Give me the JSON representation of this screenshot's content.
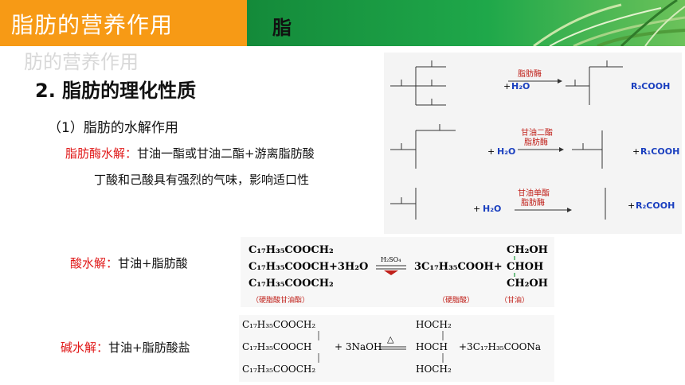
{
  "header": {
    "title": "脂肪的营养作用",
    "title_bold_fragment": "脂",
    "ghost_text": "肪的营养作用"
  },
  "section": {
    "heading": "2. 脂肪的理化性质",
    "subheading": "（1）脂肪的水解作用"
  },
  "enzymatic": {
    "label": "脂肪酶水解：",
    "text": "甘油一酯或甘油二酯+游离脂肪酸",
    "note": "丁酸和己酸具有强烈的气味，影响适口性"
  },
  "acid": {
    "label": "酸水解：",
    "text": "甘油+脂肪酸"
  },
  "alkali": {
    "label": "碱水解：",
    "text": "甘油+脂肪酸盐"
  },
  "reactions": {
    "enzyme1": "脂肪酶",
    "enzyme2_a": "甘油二酯",
    "enzyme2_b": "脂肪酶",
    "enzyme3_a": "甘油单酯",
    "enzyme3_b": "脂肪酶",
    "water": "H₂O",
    "plus": "+",
    "r3cooh": "R₃COOH",
    "r1cooh": "R₁COOH",
    "r2cooh": "R₂COOH",
    "acid_l1": "C₁₇H₃₅COOCH₂",
    "acid_l2": "C₁₇H₃₅COOCH+3H₂O",
    "acid_l3": "C₁₇H₃₅COOCH₂",
    "acid_cat": "H₂SO₄",
    "acid_prod": "3C₁₇H₃₅COOH+",
    "acid_g1": "CH₂OH",
    "acid_g2": "CHOH",
    "acid_g3": "CH₂OH",
    "acid_cap1": "（硬脂酸甘油酯）",
    "acid_cap2": "（硬脂酸）",
    "acid_cap3": "（甘油）",
    "alk_l1": "C₁₇H₃₅COOCH₂",
    "alk_l2": "C₁₇H₃₅COOCH",
    "alk_l3": "C₁₇H₃₅COOCH₂",
    "alk_naoh": "+ 3NaOH",
    "alk_heat": "△",
    "alk_g1": "HOCH₂",
    "alk_g2": "HOCH",
    "alk_g3": "HOCH₂",
    "alk_prod": "+3C₁₇H₃₅COONa"
  },
  "colors": {
    "header_orange": "#f79a15",
    "header_green": "#1fa84a",
    "label_red": "#e01818",
    "reagent_blue": "#1a3fbf"
  }
}
